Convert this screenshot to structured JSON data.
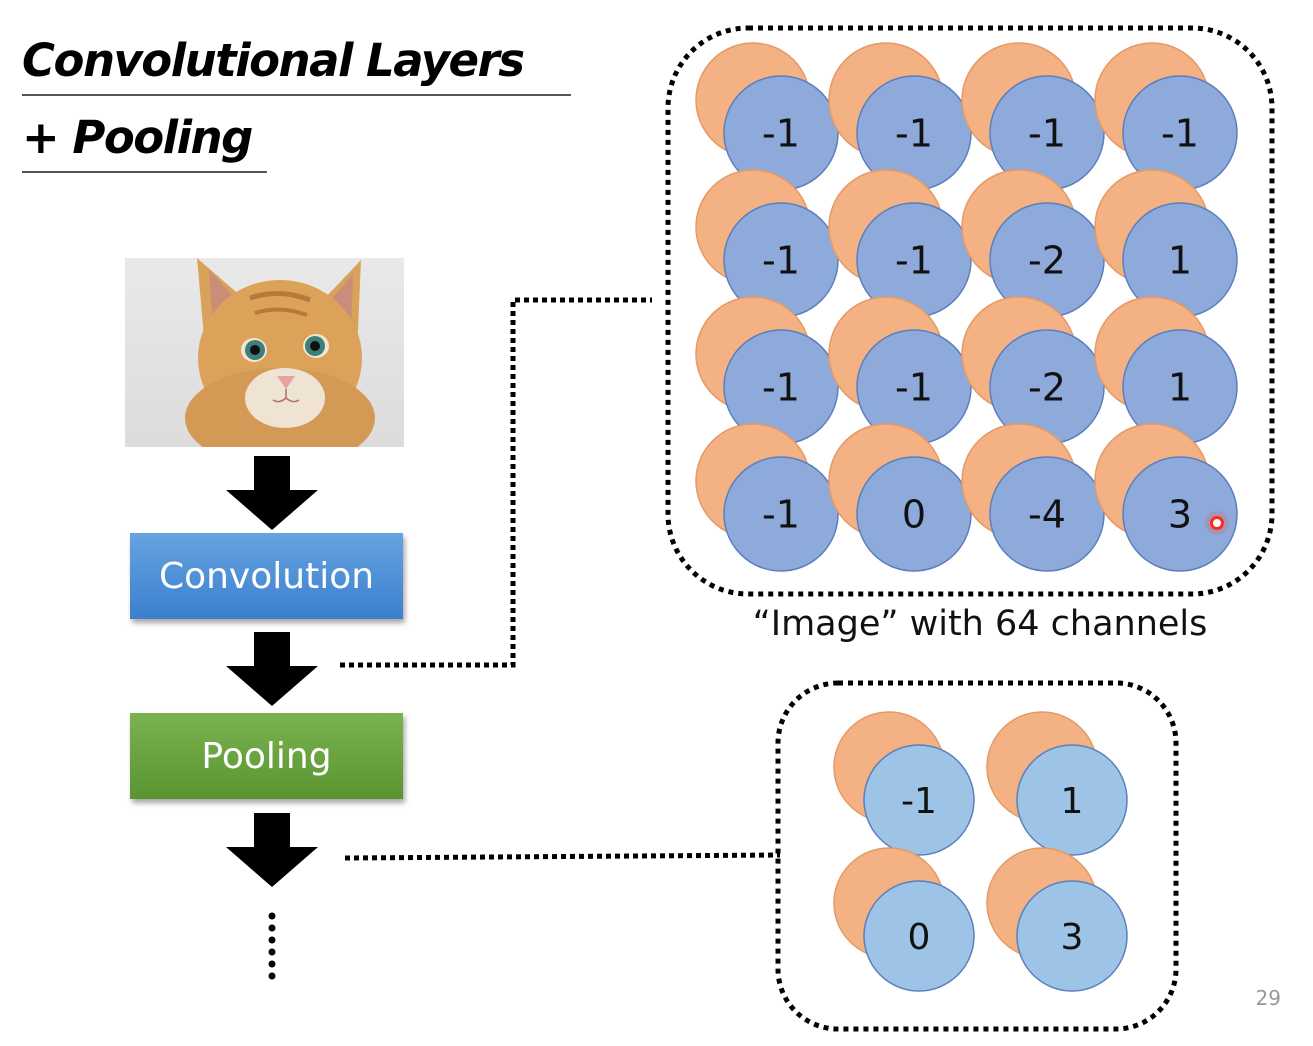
{
  "slide": {
    "title_line1": "Convolutional Layers",
    "title_line2": "+ Pooling",
    "page_number": "29"
  },
  "pipeline": {
    "input_image": "cat-photo",
    "steps": [
      {
        "label": "Convolution",
        "color": "#4a8fd8"
      },
      {
        "label": "Pooling",
        "color": "#67a13d"
      }
    ],
    "continuation": "vertical-ellipsis"
  },
  "conv_output": {
    "caption": "“Image” with 64 channels",
    "grid": [
      [
        "-1",
        "-1",
        "-1",
        "-1"
      ],
      [
        "-1",
        "-1",
        "-2",
        "1"
      ],
      [
        "-1",
        "-1",
        "-2",
        "1"
      ],
      [
        "-1",
        "0",
        "-4",
        "3"
      ]
    ],
    "front_color": "#8eaadb",
    "back_color": "#f4b183"
  },
  "pool_output": {
    "grid": [
      [
        "-1",
        "1"
      ],
      [
        "0",
        "3"
      ]
    ],
    "front_color": "#9dc3e6",
    "back_color": "#f4b183"
  },
  "cursor": {
    "color": "#ff2a1a"
  }
}
